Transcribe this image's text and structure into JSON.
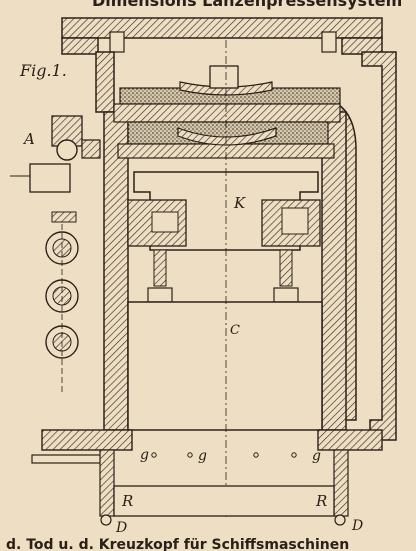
{
  "header_text": "Dimensions Lanzenpressensystem",
  "figure_label": "Fig.1.",
  "footer_text": "d. Tod u. d. Kreuzkopf für Schiffsmaschinen",
  "part_labels": {
    "a": "A",
    "k": "K",
    "c": "C",
    "g1": "g",
    "g2": "g",
    "g3": "g",
    "r_left": "R",
    "r_right": "R",
    "d_left": "D",
    "d_right": "D"
  },
  "colors": {
    "paper": "#eedfc4",
    "ink": "#2a2018",
    "hatch": "#3a2c20",
    "stone": "#cfc2a8"
  }
}
